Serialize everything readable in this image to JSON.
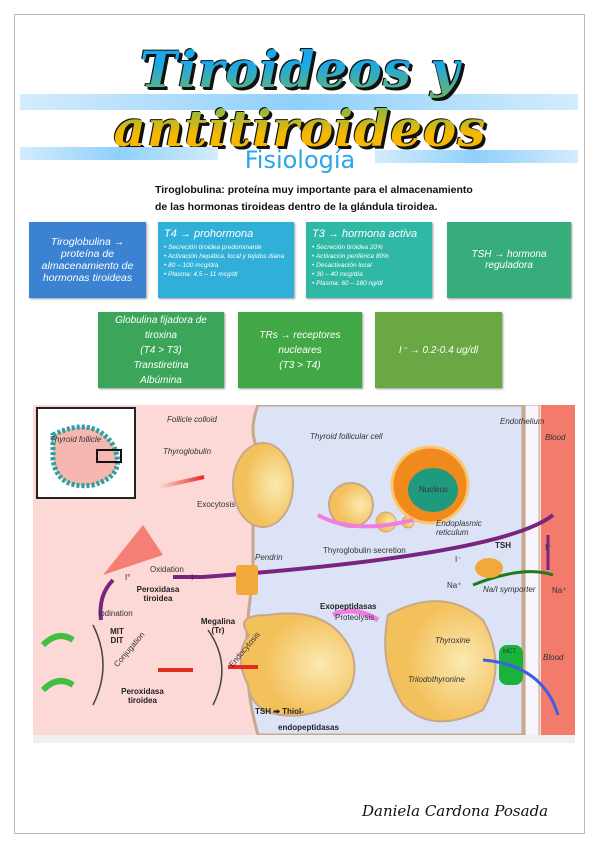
{
  "title": "Tiroideos y antitiroideos",
  "subtitle": "Fisiología",
  "intro": [
    "Tiroglobulina: proteína muy importante para el almacenamiento",
    "de las hormonas tiroideas dentro de la glándula tiroidea."
  ],
  "boxes_row1": [
    {
      "text": "Tiroglobulina → proteína de almacenamiento de hormonas tiroideas",
      "color": "#3b82d3"
    },
    {
      "heading": "T4 → prohormona",
      "items": [
        "Secreción tiroidea predominante",
        "Activación hepática, local y tejidos diana",
        "80 – 100 mcg/día",
        "Plasma: 4,5 – 11 mcg/dl"
      ],
      "color": "#30afd9"
    },
    {
      "heading": "T3 → hormona activa",
      "items": [
        "Secreción tiroidea 20%",
        "Activación periférica 80%",
        "Desactivación local",
        "30 – 40 mcg/día",
        "Plasma: 60 – 180 ng/dl"
      ],
      "color": "#2fb8a6"
    },
    {
      "text": "TSH → hormona reguladora",
      "color": "#38ad7c"
    }
  ],
  "boxes_row2": [
    {
      "lines": [
        "Globulina fijadora de tiroxina",
        "(T4 > T3)",
        "Transtiretina",
        "Albúmina"
      ],
      "color": "#3ba65a"
    },
    {
      "lines": [
        "TRs → receptores nucleares",
        "(T3 > T4)"
      ],
      "color": "#42a846"
    },
    {
      "lines": [
        "I⁻ → 0.2-0.4 ug/dl"
      ],
      "color": "#69a843"
    }
  ],
  "diagram": {
    "thyroid_follicle": "Thyroid follicle",
    "follicle_colloid": "Follicle colloid",
    "thyroglobulin": "Thyroglobulin",
    "exocytosis": "Exocytosis",
    "pendrin": "Pendrin",
    "oxidation": "Oxidation",
    "follicular_cell": "Thyroid follicular cell",
    "endothelium": "Endothelium",
    "blood_top": "Blood",
    "nucleus": "Nucleus",
    "er": "Endoplasmic reticulum",
    "tg_secretion": "Thyroglobulin secretion",
    "tsh": "TSH",
    "iodide_cell": "I⁻",
    "iodide_blood": "I⁻",
    "na_cell": "Na⁺",
    "symporter": "Na/I symporter",
    "na_blood": "Na⁺",
    "iodine": "I°",
    "iodide_colloid": "I⁻",
    "peroxidase1": "Peroxidasa tiroidea",
    "iodination": "Iodination",
    "mit_dit": "MIT DIT",
    "megalina": "Megalina (Tr)",
    "conjugation": "Conjugation",
    "endocytosis": "Endocytosis",
    "exopeptidases": "Exopeptidasas",
    "proteolysis": "Proteolysis",
    "thyroxine": "Thyroxine",
    "triiodothyronine": "Triiodothyronine",
    "mct": "MCT",
    "blood_bottom": "Blood",
    "peroxidase2": "Peroxidasa tiroidea",
    "tsh_thiol": "TSH ➡ Thiol-",
    "endopeptidases": "endopeptidasas"
  },
  "signature": "Daniela Cardona Posada"
}
